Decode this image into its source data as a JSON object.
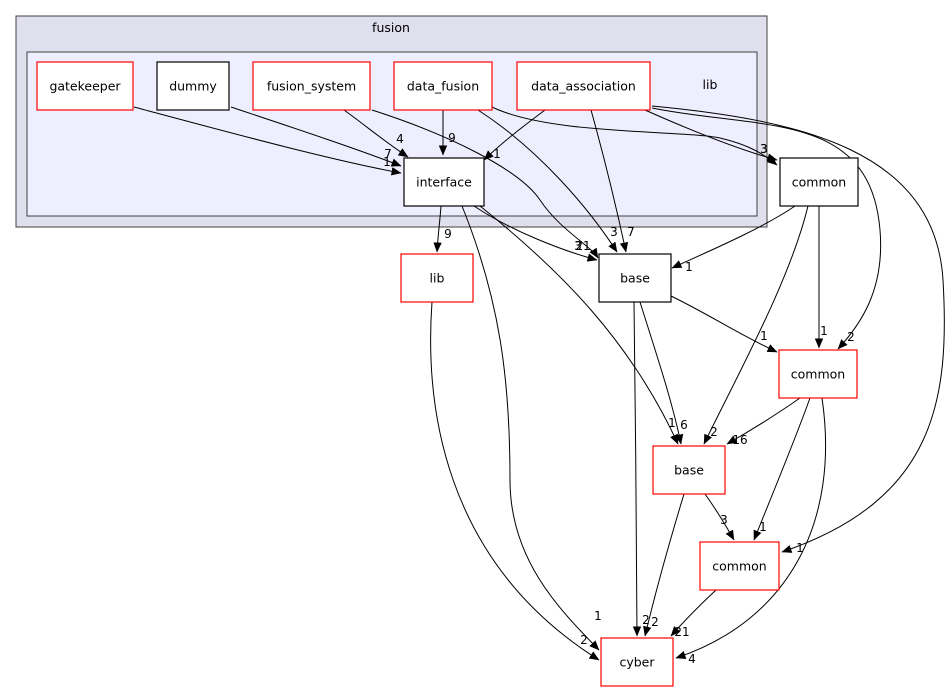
{
  "clusters": {
    "outer": {
      "label": "fusion",
      "fill": "#dfdfed",
      "stroke": "#404040"
    },
    "inner": {
      "label": "lib",
      "fill": "#eeeefe",
      "stroke": "#404040"
    }
  },
  "colors": {
    "red": "#ff0000",
    "black": "#000000"
  },
  "nodes": [
    {
      "id": "gatekeeper",
      "label": "gatekeeper",
      "border": "red"
    },
    {
      "id": "dummy",
      "label": "dummy",
      "border": "black"
    },
    {
      "id": "fusion_system",
      "label": "fusion_system",
      "border": "red"
    },
    {
      "id": "data_fusion",
      "label": "data_fusion",
      "border": "red"
    },
    {
      "id": "data_association",
      "label": "data_association",
      "border": "red"
    },
    {
      "id": "interface",
      "label": "interface",
      "border": "black"
    },
    {
      "id": "common1",
      "label": "common",
      "border": "black"
    },
    {
      "id": "lib2",
      "label": "lib",
      "border": "red"
    },
    {
      "id": "base1",
      "label": "base",
      "border": "black"
    },
    {
      "id": "common2",
      "label": "common",
      "border": "red"
    },
    {
      "id": "base2",
      "label": "base",
      "border": "red"
    },
    {
      "id": "common3",
      "label": "common",
      "border": "red"
    },
    {
      "id": "cyber",
      "label": "cyber",
      "border": "red"
    }
  ],
  "edges": [
    {
      "from": "gatekeeper",
      "to": "interface",
      "label": "1"
    },
    {
      "from": "dummy",
      "to": "interface",
      "label": "7"
    },
    {
      "from": "fusion_system",
      "to": "interface",
      "label": "4"
    },
    {
      "from": "fusion_system",
      "to": "base1",
      "label": "3"
    },
    {
      "from": "data_fusion",
      "to": "interface",
      "label": "9"
    },
    {
      "from": "data_fusion",
      "to": "base1",
      "label": "3"
    },
    {
      "from": "data_fusion",
      "to": "common1",
      "label": "3"
    },
    {
      "from": "data_association",
      "to": "interface",
      "label": "1"
    },
    {
      "from": "data_association",
      "to": "base1",
      "label": "7"
    },
    {
      "from": "data_association",
      "to": "common1",
      "label": "3"
    },
    {
      "from": "data_association",
      "to": "common2",
      "label": "2"
    },
    {
      "from": "data_association",
      "to": "common3",
      "label": "1"
    },
    {
      "from": "interface",
      "to": "lib2",
      "label": "9"
    },
    {
      "from": "interface",
      "to": "base1",
      "label": "21"
    },
    {
      "from": "interface",
      "to": "base2",
      "label": "1"
    },
    {
      "from": "interface",
      "to": "cyber",
      "label": "1"
    },
    {
      "from": "common1",
      "to": "base1",
      "label": "1"
    },
    {
      "from": "common1",
      "to": "common2",
      "label": "1"
    },
    {
      "from": "common1",
      "to": "base2",
      "label": "2"
    },
    {
      "from": "lib2",
      "to": "cyber",
      "label": "2"
    },
    {
      "from": "base1",
      "to": "common2",
      "label": "1"
    },
    {
      "from": "base1",
      "to": "base2",
      "label": "6"
    },
    {
      "from": "base1",
      "to": "cyber",
      "label": "2"
    },
    {
      "from": "common2",
      "to": "base2",
      "label": "16"
    },
    {
      "from": "common2",
      "to": "common3",
      "label": "1"
    },
    {
      "from": "common2",
      "to": "cyber",
      "label": "4"
    },
    {
      "from": "base2",
      "to": "common3",
      "label": "3"
    },
    {
      "from": "base2",
      "to": "cyber",
      "label": "2"
    },
    {
      "from": "common3",
      "to": "cyber",
      "label": "21"
    }
  ]
}
